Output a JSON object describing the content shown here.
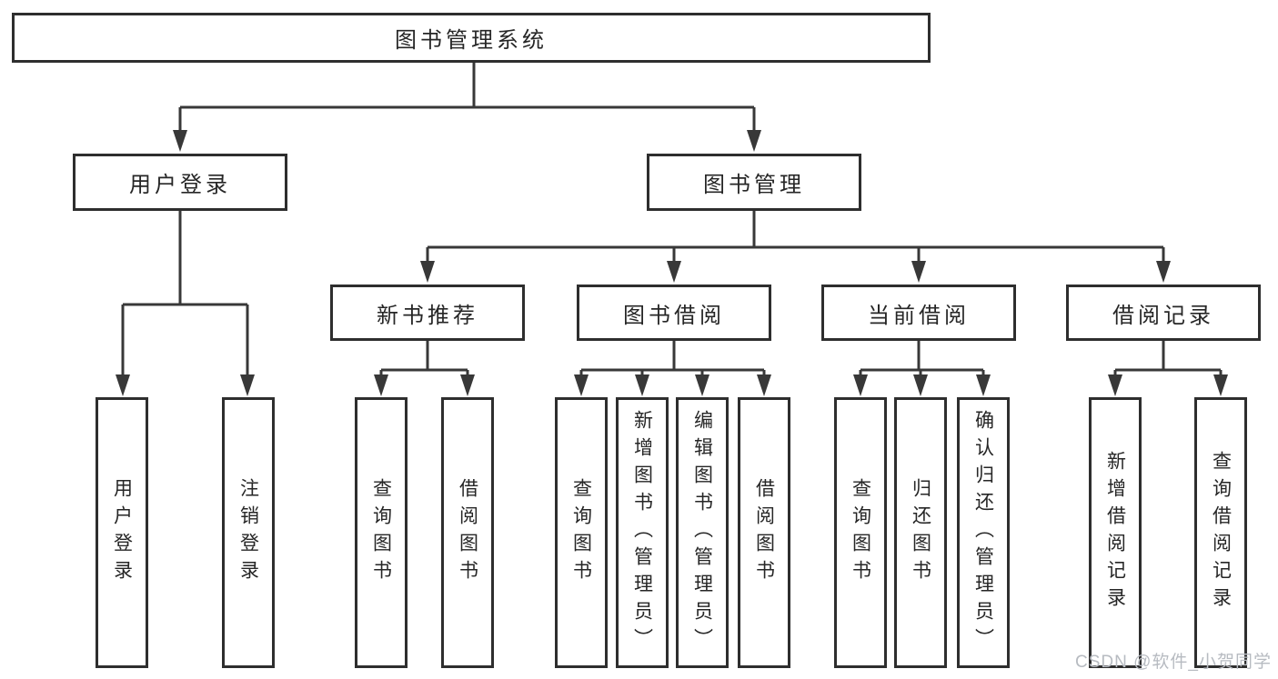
{
  "diagram": {
    "root": {
      "label": "图书管理系统",
      "children": [
        {
          "label": "用户登录",
          "children": [
            {
              "label": "用户登录"
            },
            {
              "label": "注销登录"
            }
          ]
        },
        {
          "label": "图书管理",
          "children": [
            {
              "label": "新书推荐",
              "children": [
                {
                  "label": "查询图书"
                },
                {
                  "label": "借阅图书"
                }
              ]
            },
            {
              "label": "图书借阅",
              "children": [
                {
                  "label": "查询图书"
                },
                {
                  "label": "新增图书（管理员）"
                },
                {
                  "label": "编辑图书（管理员）"
                },
                {
                  "label": "借阅图书"
                }
              ]
            },
            {
              "label": "当前借阅",
              "children": [
                {
                  "label": "查询图书"
                },
                {
                  "label": "归还图书"
                },
                {
                  "label": "确认归还（管理员）"
                }
              ]
            },
            {
              "label": "借阅记录",
              "children": [
                {
                  "label": "新增借阅记录"
                },
                {
                  "label": "查询借阅记录"
                }
              ]
            }
          ]
        }
      ]
    },
    "watermark": {
      "text": "CSDN @软件_小贺同学"
    },
    "colors": {
      "line": "#383838",
      "box_border": "#2e2e2e",
      "box_fill": "#ffffff",
      "text": "#262626",
      "watermark": "#b7bbc1",
      "background": "#ffffff"
    }
  }
}
